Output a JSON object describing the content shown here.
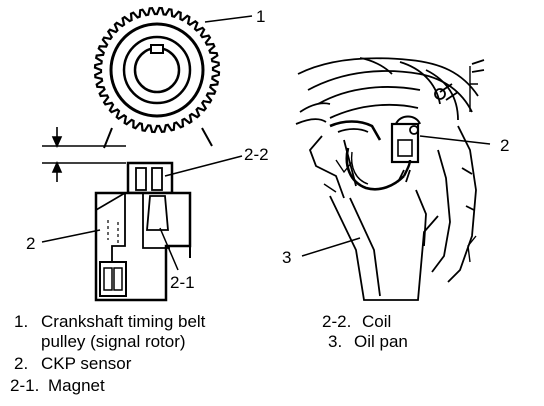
{
  "callouts": {
    "pulley": "1",
    "sensor_left": "2",
    "coil": "2-2",
    "magnet": "2-1",
    "sensor_right": "2",
    "oil_pan": "3"
  },
  "legend": {
    "col1": [
      {
        "num": "1.",
        "text": "Crankshaft timing belt"
      },
      {
        "num": "",
        "text": "pulley (signal rotor)"
      },
      {
        "num": "2.",
        "text": "CKP sensor"
      },
      {
        "num": "2-1.",
        "text": "Magnet"
      }
    ],
    "col2": [
      {
        "num": "2-2.",
        "text": "Coil"
      },
      {
        "num": "3.",
        "text": "Oil pan"
      }
    ]
  }
}
